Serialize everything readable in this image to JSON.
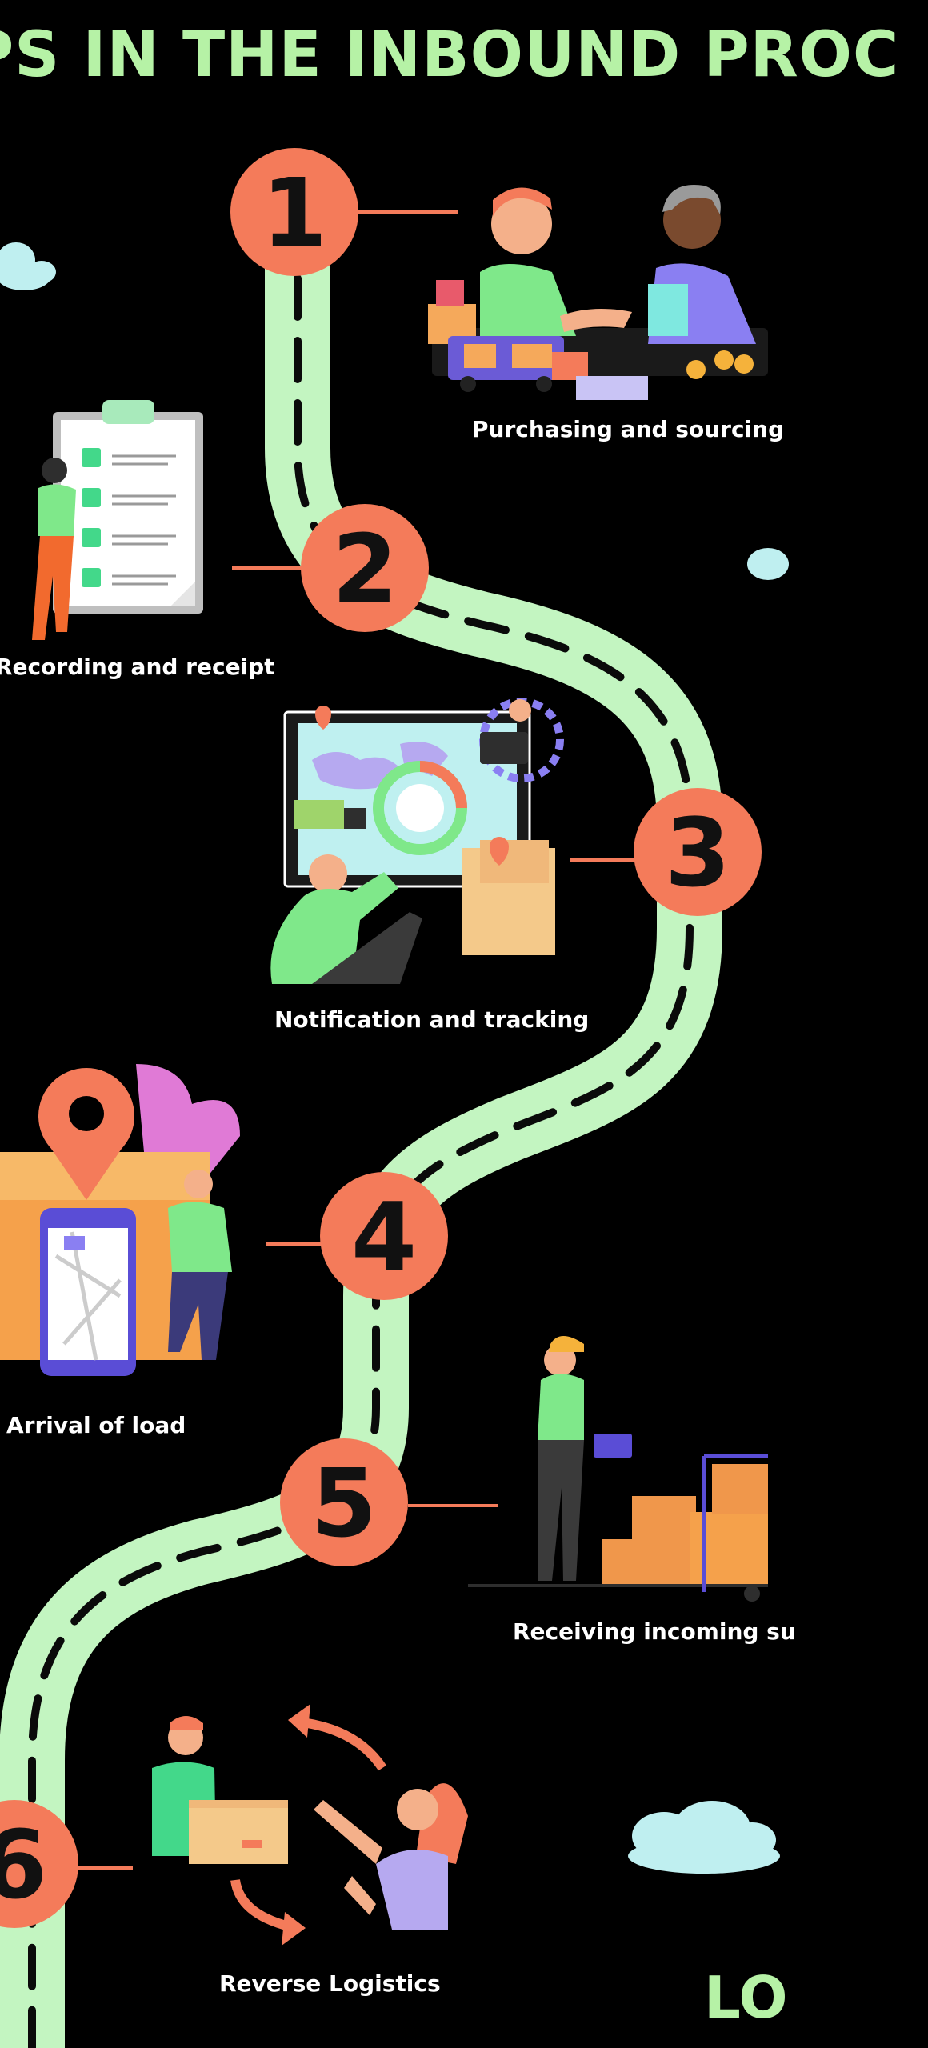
{
  "title": "PS IN THE INBOUND PROC",
  "logo_text": "LO",
  "colors": {
    "background": "#000000",
    "road": "#c3f5c1",
    "road_dash": "#0a0a0a",
    "marker": "#f47b5a",
    "accent_green": "#7fe88a",
    "cloud": "#bfeff0"
  },
  "steps": [
    {
      "number": "1",
      "label": "Purchasing and sourcing",
      "illustration": "handshake-illustration"
    },
    {
      "number": "2",
      "label": "Recording and receipt",
      "illustration": "clipboard-checklist-illustration"
    },
    {
      "number": "3",
      "label": "Notification and tracking",
      "illustration": "tracking-dashboard-illustration"
    },
    {
      "number": "4",
      "label": "Arrival of load",
      "illustration": "phone-map-illustration"
    },
    {
      "number": "5",
      "label": "Receiving incoming su",
      "illustration": "warehouse-worker-illustration"
    },
    {
      "number": "6",
      "label": "Reverse Logistics",
      "illustration": "package-return-illustration"
    }
  ]
}
